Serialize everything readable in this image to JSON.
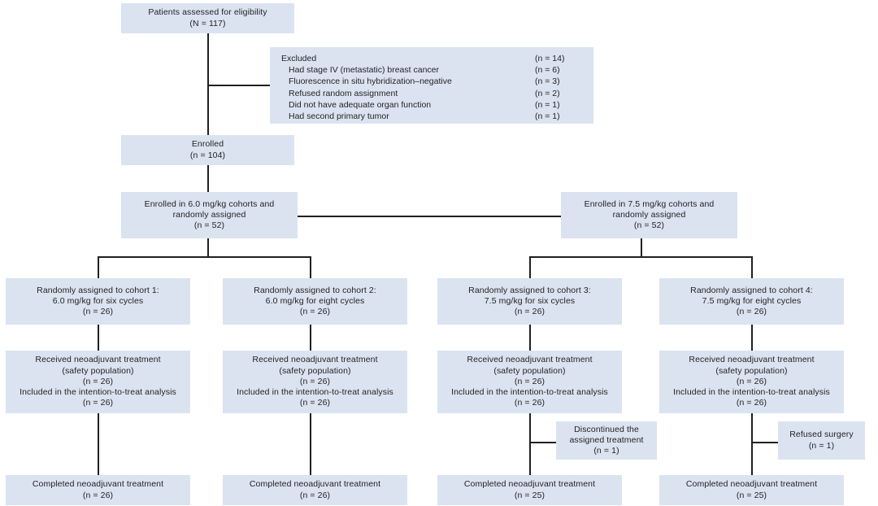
{
  "diagram": {
    "title": "CONSORT flow diagram of patient enrollment and randomization",
    "type": "flowchart",
    "box_fill_color": "#dbe3f1",
    "line_color": "#231f20",
    "background_color": "#ffffff"
  },
  "nodes": {
    "assessed": {
      "lines": [
        "Patients assessed for eligibility",
        "(N = 117)"
      ]
    },
    "excluded": {
      "items": [
        {
          "label": "Excluded",
          "n": "(n = 14)",
          "indent": false
        },
        {
          "label": "Had stage IV (metastatic) breast cancer",
          "n": "(n = 6)",
          "indent": true
        },
        {
          "label": "Fluorescence in situ hybridization–negative",
          "n": "(n = 3)",
          "indent": true
        },
        {
          "label": "Refused random assignment",
          "n": "(n = 2)",
          "indent": true
        },
        {
          "label": "Did not have adequate organ function",
          "n": "(n = 1)",
          "indent": true
        },
        {
          "label": "Had second primary tumor",
          "n": "(n = 1)",
          "indent": true
        }
      ]
    },
    "enrolled": {
      "lines": [
        "Enrolled",
        "(n = 104)"
      ]
    },
    "enrolled_60": {
      "lines": [
        "Enrolled in 6.0 mg/kg cohorts and",
        "randomly assigned",
        "(n = 52)"
      ]
    },
    "enrolled_75": {
      "lines": [
        "Enrolled in 7.5 mg/kg cohorts and",
        "randomly assigned",
        "(n = 52)"
      ]
    },
    "cohort1_assigned": {
      "lines": [
        "Randomly assigned to cohort 1:",
        "6.0 mg/kg for six cycles",
        "(n = 26)"
      ]
    },
    "cohort2_assigned": {
      "lines": [
        "Randomly assigned to cohort 2:",
        "6.0 mg/kg for eight cycles",
        "(n = 26)"
      ]
    },
    "cohort3_assigned": {
      "lines": [
        "Randomly assigned to cohort 3:",
        "7.5 mg/kg for six cycles",
        "(n = 26)"
      ]
    },
    "cohort4_assigned": {
      "lines": [
        "Randomly assigned to cohort 4:",
        "7.5 mg/kg for eight cycles",
        "(n = 26)"
      ]
    },
    "cohort1_received": {
      "lines": [
        "Received neoadjuvant treatment",
        "(safety population)",
        "(n = 26)",
        "Included in the intention-to-treat analysis",
        "(n = 26)"
      ]
    },
    "cohort2_received": {
      "lines": [
        "Received neoadjuvant treatment",
        "(safety population)",
        "(n = 26)",
        "Included in the intention-to-treat analysis",
        "(n = 26)"
      ]
    },
    "cohort3_received": {
      "lines": [
        "Received neoadjuvant treatment",
        "(safety population)",
        "(n = 26)",
        "Included in the intention-to-treat analysis",
        "(n = 26)"
      ]
    },
    "cohort4_received": {
      "lines": [
        "Received neoadjuvant treatment",
        "(safety population)",
        "(n = 26)",
        "Included in the intention-to-treat analysis",
        "(n = 26)"
      ]
    },
    "cohort3_dropout": {
      "lines": [
        "Discontinued the",
        "assigned treatment",
        "(n = 1)"
      ]
    },
    "cohort4_dropout": {
      "lines": [
        "Refused surgery",
        "(n = 1)"
      ]
    },
    "cohort1_completed": {
      "lines": [
        "Completed neoadjuvant treatment",
        "(n = 26)"
      ]
    },
    "cohort2_completed": {
      "lines": [
        "Completed neoadjuvant treatment",
        "(n = 26)"
      ]
    },
    "cohort3_completed": {
      "lines": [
        "Completed neoadjuvant treatment",
        "(n = 25)"
      ]
    },
    "cohort4_completed": {
      "lines": [
        "Completed neoadjuvant treatment",
        "(n = 25)"
      ]
    }
  }
}
